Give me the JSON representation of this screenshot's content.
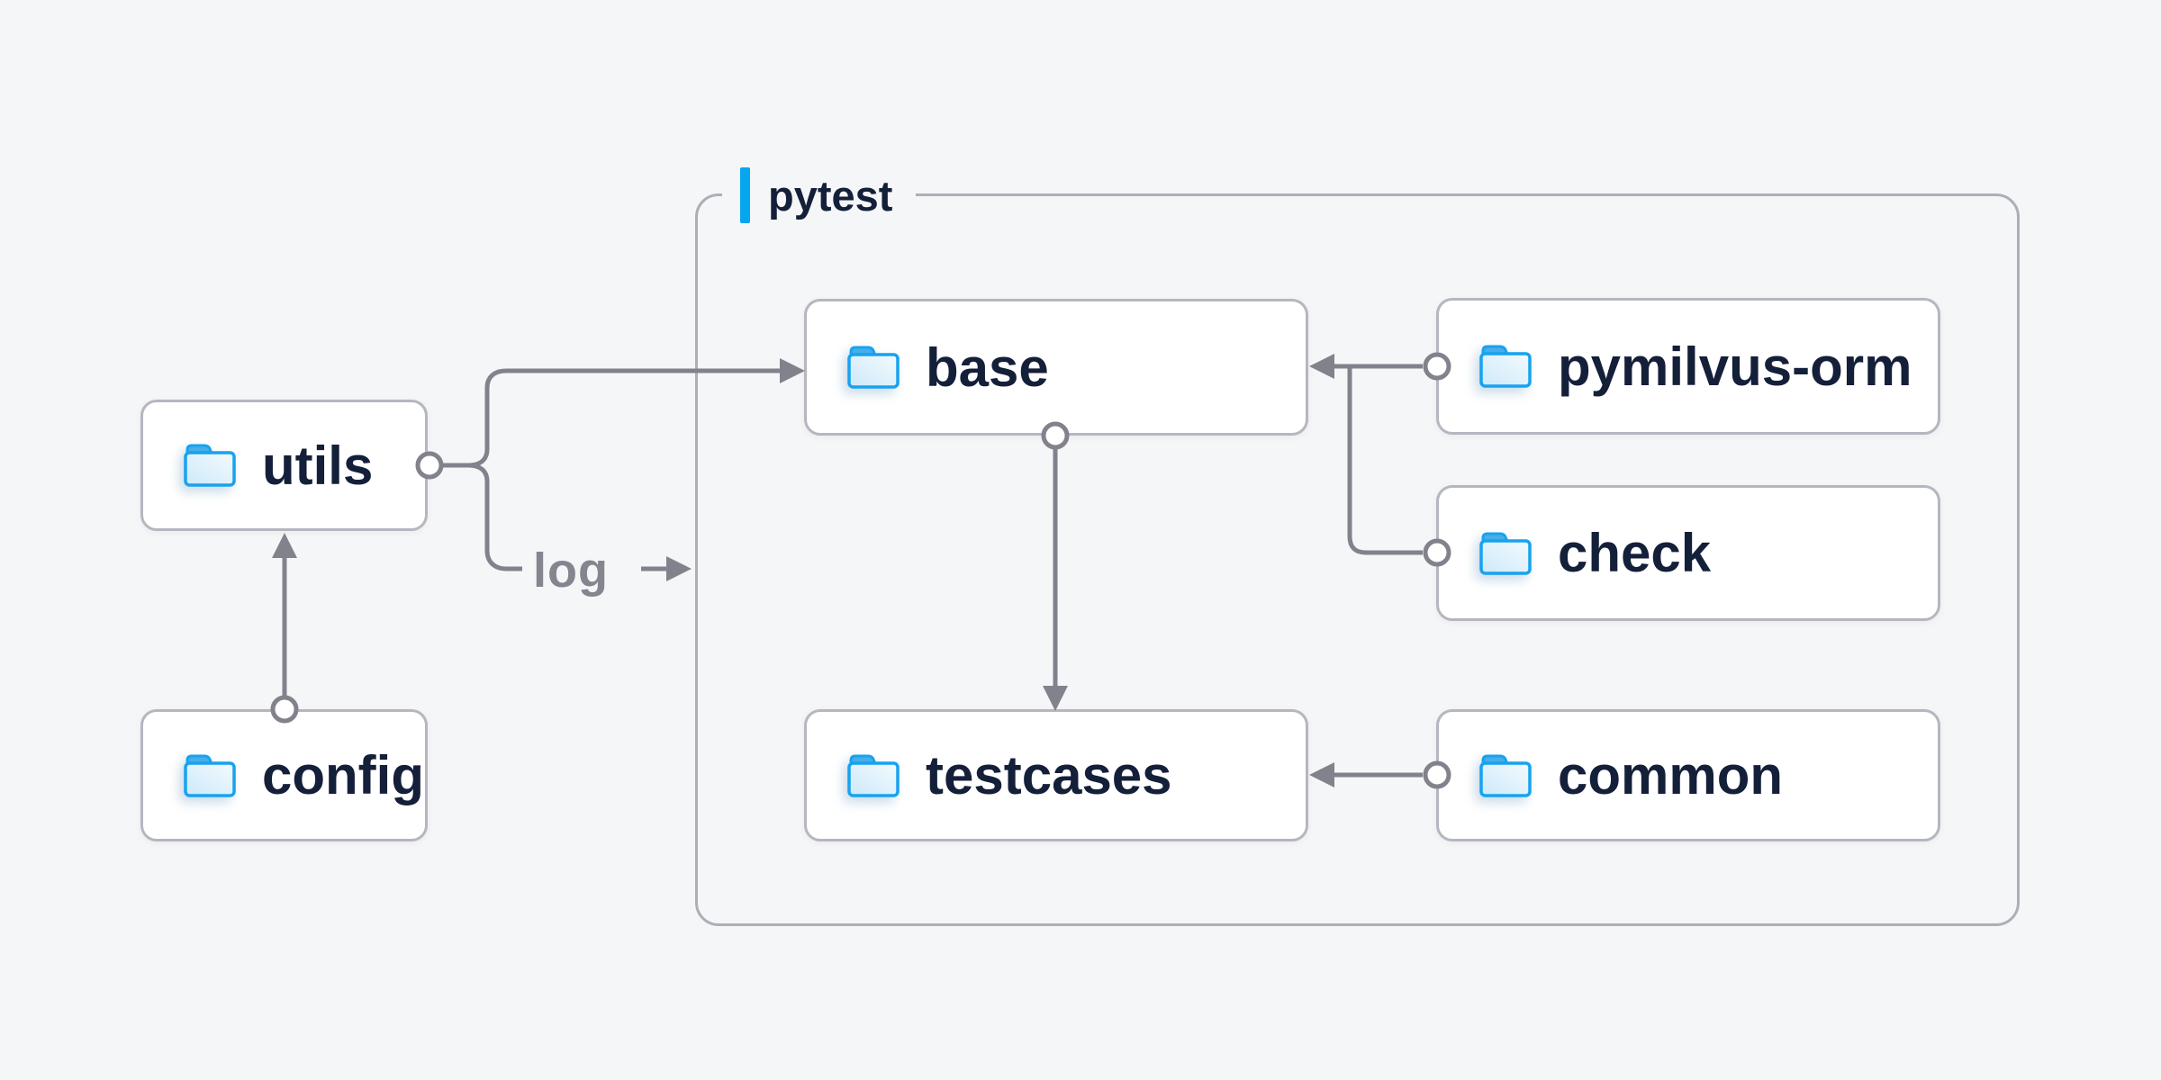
{
  "diagram": {
    "cluster": {
      "label": "pytest"
    },
    "nodes": {
      "utils": {
        "label": "utils"
      },
      "config": {
        "label": "config"
      },
      "base": {
        "label": "base"
      },
      "pymilvus_orm": {
        "label": "pymilvus-orm"
      },
      "check": {
        "label": "check"
      },
      "testcases": {
        "label": "testcases"
      },
      "common": {
        "label": "common"
      }
    },
    "edge_labels": {
      "log": "log"
    },
    "edges": [
      {
        "from": "config",
        "to": "utils"
      },
      {
        "from": "utils",
        "to": "base"
      },
      {
        "from": "utils",
        "to": "pytest-cluster",
        "label": "log"
      },
      {
        "from": "pymilvus-orm",
        "to": "base"
      },
      {
        "from": "check",
        "to": "base"
      },
      {
        "from": "base",
        "to": "testcases"
      },
      {
        "from": "common",
        "to": "testcases"
      }
    ]
  },
  "colors": {
    "background": "#F5F6F7",
    "node_fill": "#FFFFFF",
    "node_border": "#B6B6C1",
    "cluster_border": "#AEAEB9",
    "line": "#82828D",
    "text": "#141F39",
    "muted_label": "#85858F",
    "accent": "#04A6EF",
    "folder_stroke": "#18A2EF",
    "folder_tab": "#47AEE9",
    "folder_fill_light": "#F3FAFE",
    "folder_fill_dark": "#CDE9F9"
  }
}
